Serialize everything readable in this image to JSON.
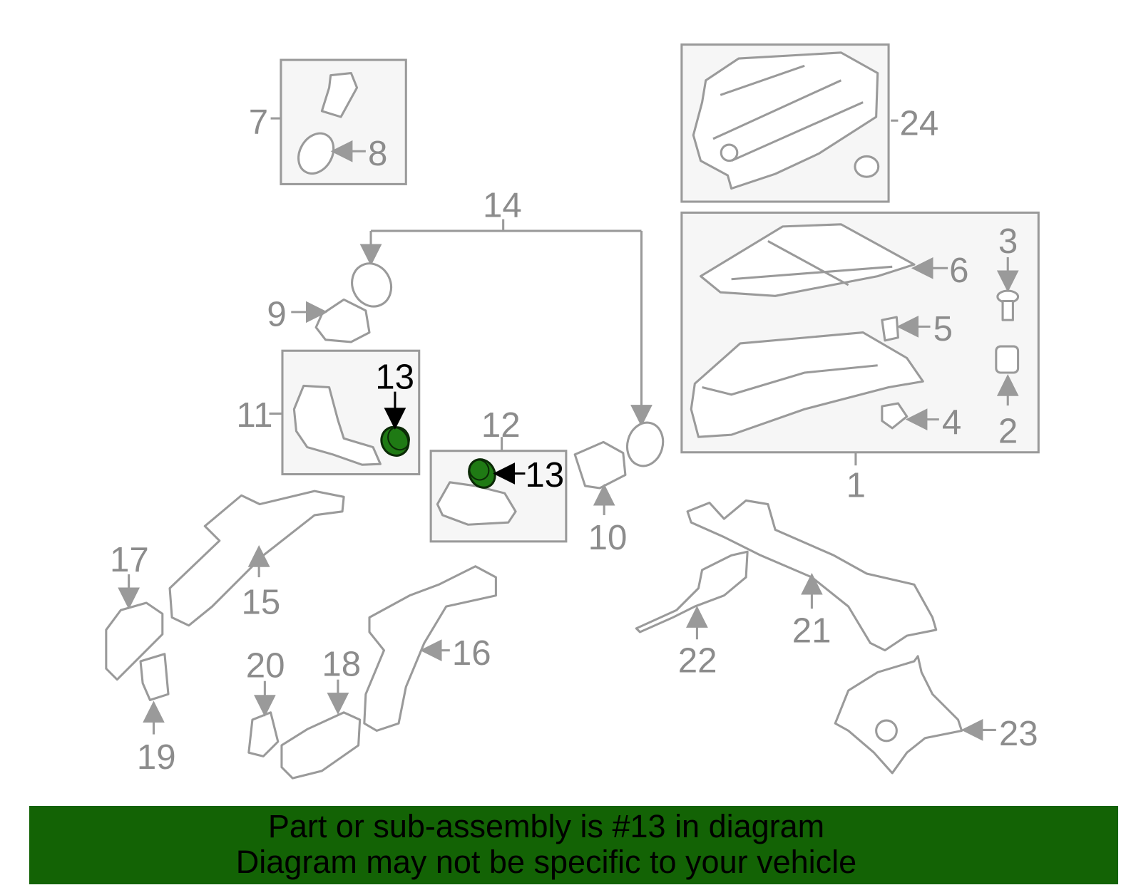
{
  "diagram": {
    "callouts": {
      "p1": "1",
      "p2": "2",
      "p3": "3",
      "p4": "4",
      "p5": "5",
      "p6": "6",
      "p7": "7",
      "p8": "8",
      "p9": "9",
      "p10": "10",
      "p11": "11",
      "p12": "12",
      "p13a": "13",
      "p13b": "13",
      "p14": "14",
      "p15": "15",
      "p16": "16",
      "p17": "17",
      "p18": "18",
      "p19": "19",
      "p20": "20",
      "p21": "21",
      "p22": "22",
      "p23": "23",
      "p24": "24"
    },
    "highlight_part": "13",
    "colors": {
      "highlight": "#1f7a14",
      "banner": "#136305",
      "line": "#9a9a9a"
    }
  },
  "banner": {
    "line1": "Part or sub-assembly is #13 in diagram",
    "line2": "Diagram may not be specific to your vehicle"
  }
}
